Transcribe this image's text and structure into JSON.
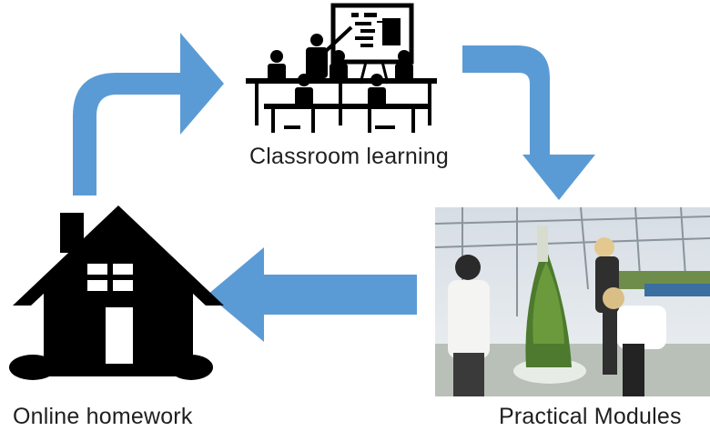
{
  "diagram": {
    "nodes": [
      {
        "id": "classroom",
        "label": "Classroom learning",
        "icon": "classroom-presentation-icon"
      },
      {
        "id": "practical",
        "label": "Practical Modules",
        "icon": "greenhouse-photo"
      },
      {
        "id": "home",
        "label": "Online homework",
        "icon": "house-icon"
      }
    ],
    "edges": [
      {
        "from": "home",
        "to": "classroom"
      },
      {
        "from": "classroom",
        "to": "practical"
      },
      {
        "from": "practical",
        "to": "home"
      }
    ],
    "colors": {
      "arrow": "#5b9bd5",
      "icon": "#000000",
      "text": "#1f1f1f"
    }
  }
}
